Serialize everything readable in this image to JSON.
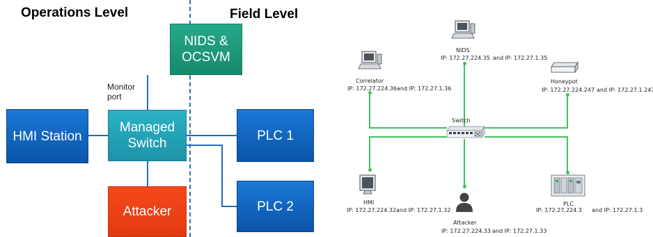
{
  "left_diagram": {
    "headings": {
      "operations": "Operations Level",
      "field": "Field Level"
    },
    "nids": "NIDS &\nOCSVM",
    "monitor_port": "Monitor\nport",
    "hmi_station": "HMI Station",
    "managed_switch": "Managed\nSwitch",
    "plc1": "PLC 1",
    "plc2": "PLC 2",
    "attacker": "Attacker"
  },
  "right_diagram": {
    "switch": "Switch",
    "nodes": {
      "nids": {
        "name": "NIDS",
        "ip_a": "IP: 172.27.224.35",
        "and": "and IP: 172.27.1.35"
      },
      "correlator": {
        "name": "Correlator",
        "ip_a": "IP: 172.27.224.36",
        "and": "and IP: 172.27.1.36"
      },
      "honeypot": {
        "name": "Honeypot",
        "ip_a": "IP: 172.27.224.247",
        "and": "and IP: 172.27.1.247"
      },
      "hmi": {
        "name": "HMI",
        "ip_a": "IP: 172.27.224.32",
        "and": "and IP: 172.27.1.32"
      },
      "attacker": {
        "name": "Attacker",
        "ip_a": "IP: 172.27.224.33",
        "and": "and IP: 172.27.1.33"
      },
      "plc": {
        "name": "PLC",
        "ip_a": "IP: 172.27.224.3",
        "and": "and IP: 172.27.1.3"
      }
    }
  },
  "colors": {
    "block_blue": "#1565c0",
    "switch_teal": "#24a3b6",
    "nids_green": "#1f9a7b",
    "attacker_red": "#ee4117",
    "link_green": "#3fc25a"
  }
}
